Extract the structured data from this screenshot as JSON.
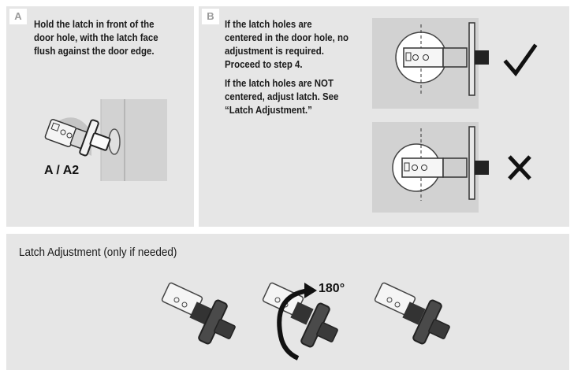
{
  "panel_a": {
    "badge": "A",
    "lines": [
      "Hold the latch in front of the",
      "door hole, with the latch face",
      "flush against the door edge."
    ],
    "figure_label": "A / A2"
  },
  "panel_b": {
    "badge": "B",
    "text1_lines": [
      "If the latch holes are",
      "centered in the door hole, no",
      "adjustment is required.",
      "Proceed to step 4."
    ],
    "text2_lines": [
      "If the latch holes are NOT",
      "centered, adjust latch. See",
      "“Latch Adjustment.”"
    ],
    "correct_icon": "checkmark-icon",
    "incorrect_icon": "x-mark-icon"
  },
  "adjustment": {
    "title": "Latch Adjustment (only if needed)",
    "rotation_label": "180°",
    "rotation_icon": "rotate-arrow-icon"
  },
  "colors": {
    "panel_bg": "#e6e6e6",
    "badge_text": "#9a9a9a",
    "door_fill": "#d2d2d2",
    "metal_dark": "#333333"
  }
}
